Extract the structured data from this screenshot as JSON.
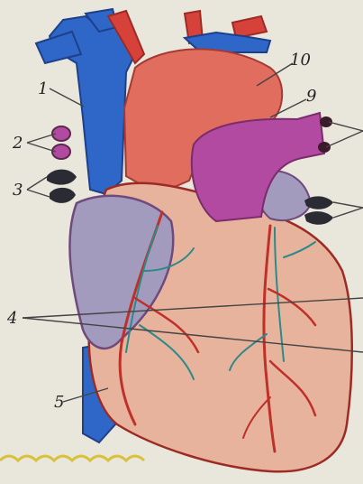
{
  "drawing": {
    "labels": [
      "1",
      "2",
      "3",
      "4",
      "5",
      "9",
      "10"
    ],
    "colors": {
      "paper": "#e9e6dc",
      "vein_blue": "#2f67c9",
      "artery_red": "#d6423a",
      "pulmonary_purple": "#b24aa2",
      "atrium_violet": "#a39bbd",
      "myocardium": "#e8b39c",
      "ink": "#222222"
    }
  }
}
